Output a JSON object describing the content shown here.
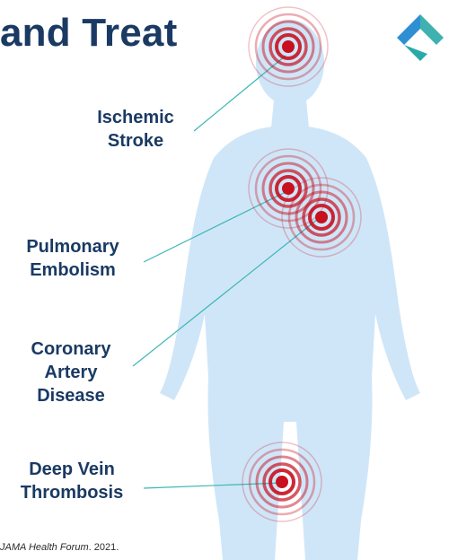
{
  "title": "and Treat",
  "labels": {
    "ischemic_stroke": [
      "Ischemic",
      "Stroke"
    ],
    "pulmonary_embolism": [
      "Pulmonary",
      "Embolism"
    ],
    "coronary_artery_disease": [
      "Coronary",
      "Artery",
      "Disease"
    ],
    "deep_vein_thrombosis": [
      "Deep Vein",
      "Thrombosis"
    ]
  },
  "citation": {
    "journal": "JAMA Health Forum",
    "year": ". 2021."
  },
  "colors": {
    "title_text": "#1a3a63",
    "body_silhouette": "#cfe6f8",
    "target_red": "#c8101f",
    "leader_line": "#3bb7b4",
    "logo_teal": "#2aa9a8",
    "logo_blue": "#2f8fd3"
  }
}
